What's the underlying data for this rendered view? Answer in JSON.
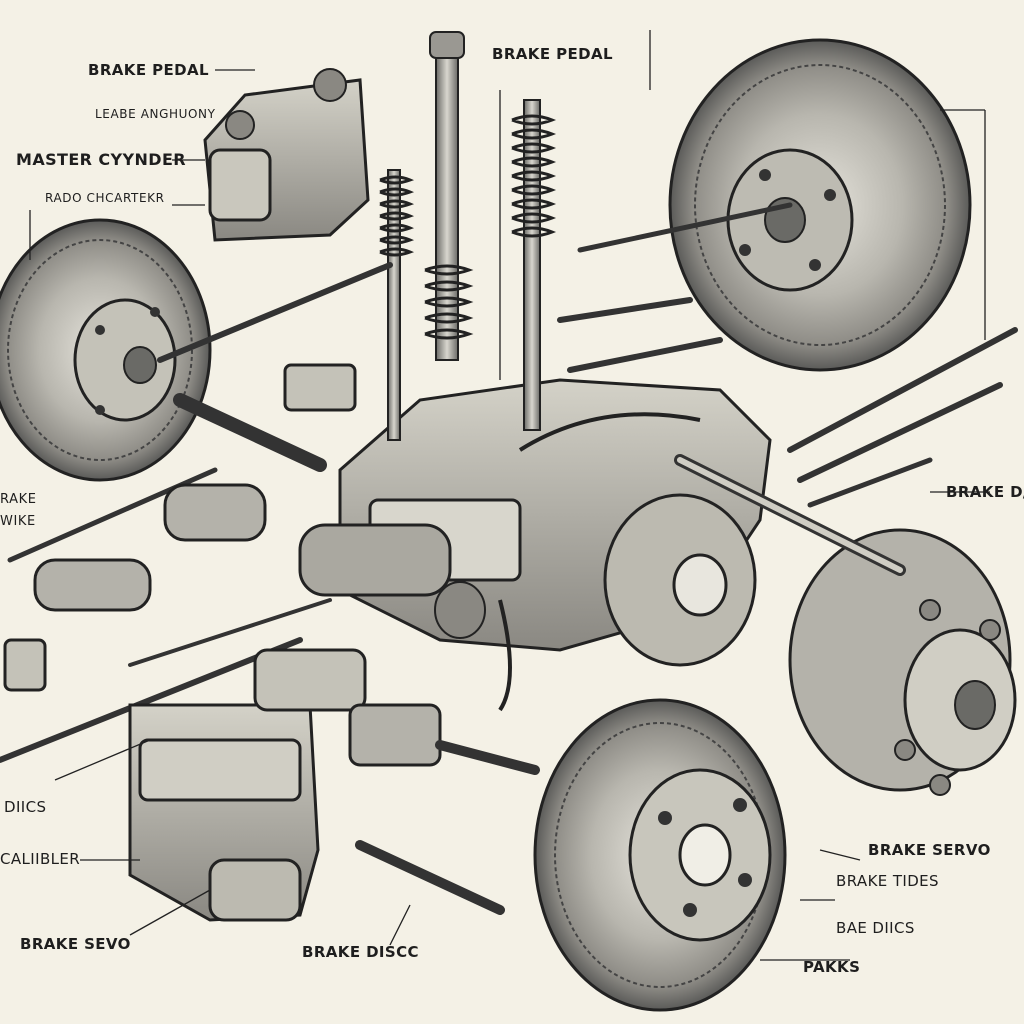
{
  "colors": {
    "paper": "#f4f1e6",
    "ink": "#1e1e1e",
    "metal_dark": "#5a5a58",
    "metal_mid": "#9a9a96",
    "metal_light": "#d6d4cc"
  },
  "labels": {
    "brake_pedal_left": "BRAKE PEDAL",
    "leabe_anghuony": "LEABE ANGHUONY",
    "master_cylinder": "MASTER CYYNDER",
    "rado_chartek": "RADO CHCARTEKR",
    "brake_pedal_top": "BRAKE PEDAL",
    "brake_partial_left_1": "RAKE",
    "brake_partial_left_2": "WIKE",
    "brake_d_right": "BRAKE D/",
    "discs_left": "DIICS",
    "caliber_left": "CALIIBLER",
    "brake_servo_left": "BRAKE SEVO",
    "brake_disc_bottom": "BRAKE DISCC",
    "brake_servo_right": "BRAKE SERVO",
    "brake_tides": "BRAKE TIDES",
    "bae_dics": "BAE DIICS",
    "paks": "PAKKS"
  }
}
